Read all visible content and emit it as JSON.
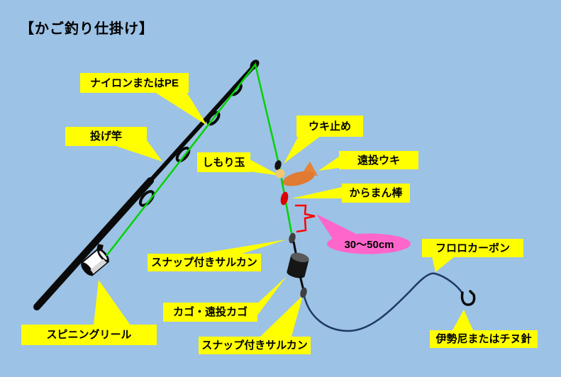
{
  "title": "【かご釣り仕掛け】",
  "labels": {
    "nylon_pe": "ナイロンまたはPE",
    "rod": "投げ竿",
    "uki_dome": "ウキ止め",
    "shimori_ball": "しもり玉",
    "cast_float": "遠投ウキ",
    "karaman_stick": "からまん棒",
    "snap_swivel_upper": "スナップ付きサルカン",
    "cage": "カゴ・遠投カゴ",
    "snap_swivel_lower": "スナップ付きサルカン",
    "spinning_reel": "スピニングリール",
    "fluorocarbon": "フロロカーボン",
    "hook": "伊勢尼またはチヌ針"
  },
  "bubble": {
    "text": "30〜50cm"
  },
  "colors": {
    "background": "#9CC2E5",
    "label_bg": "#FFFF00",
    "label_text": "#000000",
    "line_green": "#00D300",
    "leader_navy": "#1F3864",
    "rod_black": "#0A0A0A",
    "float_orange": "#E17A32",
    "float_tail": "#E58434",
    "shimori_tan": "#F2C973",
    "stop_black": "#111111",
    "karaman_red": "#DD0000",
    "bracket_red": "#FF0000",
    "bubble_pink": "#FF66CC",
    "cage_gray": "#595959",
    "cage_dark": "#161616",
    "swivel_gray": "#3F3F3F",
    "reel_white": "#FFFFFF"
  }
}
